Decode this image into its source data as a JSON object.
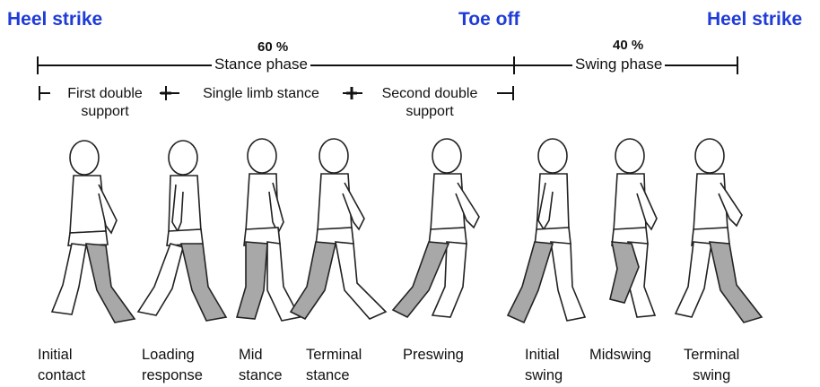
{
  "events": {
    "heel_strike_left": "Heel strike",
    "toe_off": "Toe off",
    "heel_strike_right": "Heel strike"
  },
  "phases": {
    "stance": {
      "percent": "60 %",
      "label": "Stance phase"
    },
    "swing": {
      "percent": "40 %",
      "label": "Swing phase"
    }
  },
  "sub_phases": [
    {
      "line1": "First double",
      "line2": "support"
    },
    {
      "line1": "Single limb stance",
      "line2": ""
    },
    {
      "line1": "Second double",
      "line2": "support"
    }
  ],
  "figures": [
    {
      "line1": "Initial",
      "line2": "contact"
    },
    {
      "line1": "Loading",
      "line2": "response"
    },
    {
      "line1": "Mid",
      "line2": "stance"
    },
    {
      "line1": "Terminal",
      "line2": "stance"
    },
    {
      "line1": "Preswing",
      "line2": ""
    },
    {
      "line1": "Initial",
      "line2": "swing"
    },
    {
      "line1": "Midswing",
      "line2": ""
    },
    {
      "line1": "Terminal",
      "line2": "swing"
    }
  ],
  "colors": {
    "event_text": "#1f3bd8",
    "shaded_leg": "#a8a8a8",
    "outline": "#222222"
  }
}
